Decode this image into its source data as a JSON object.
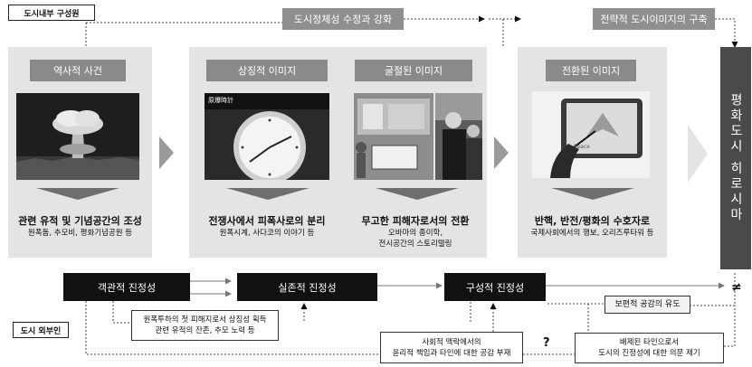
{
  "labels": {
    "internal": "도시내부 구성원",
    "external": "도시 외부인"
  },
  "top": {
    "identity": "도시정체성 수정과 강화",
    "strategic": "전략적 도시이미지의 구축"
  },
  "panels": [
    {
      "header": "역사적 사건",
      "caption_bold": "관련 유적 및 기념공간의 조성",
      "caption_small": [
        "원폭돔, 추모비, 평화기념공원 등"
      ]
    },
    {
      "header": "상징적 이미지",
      "caption_bold": "전쟁사에서 피폭사로의 분리",
      "caption_small": [
        "원폭시계, 사다코의 이야기 등"
      ]
    },
    {
      "header": "굴절된 이미지",
      "caption_bold": "무고한 피해자로서의 전환",
      "caption_small": [
        "오바마의 종이학,",
        "전시공간의 스토리텔링"
      ]
    },
    {
      "header": "전환된 이미지",
      "caption_bold": "반핵, 반전/평화의 수호자로",
      "caption_small": [
        "국제사회에서의 행보, 오리즈루타워 등"
      ]
    }
  ],
  "city_box": "평화도시 히로시마",
  "neq_symbol": "≠",
  "authenticity": {
    "objective": "객관적 진정성",
    "existential": "실존적 진정성",
    "constructive": "구성적 진정성"
  },
  "notes": {
    "first_victim": [
      "원폭투하의 첫 피해지로서 상징성 획득",
      "관련 유적의 잔존, 추모 노력 등"
    ],
    "social_context": [
      "사회적 맥락에서의",
      "윤리적 책임과 타인에 대한 공감 부재"
    ],
    "universal_empathy": "보편적 공감의 유도",
    "excluded_other": [
      "배제된 타인으로서",
      "도시의 진정성에 대한 의문 제기"
    ],
    "question_mark": "?"
  },
  "photo_text": {
    "clock_caption": "原爆時計",
    "tablet_caption": "Peace"
  },
  "colors": {
    "panel_bg": "#e4e4e4",
    "header_bg": "#8a8a8a",
    "black_box": "#111111",
    "city_box": "#4a4a4a"
  }
}
